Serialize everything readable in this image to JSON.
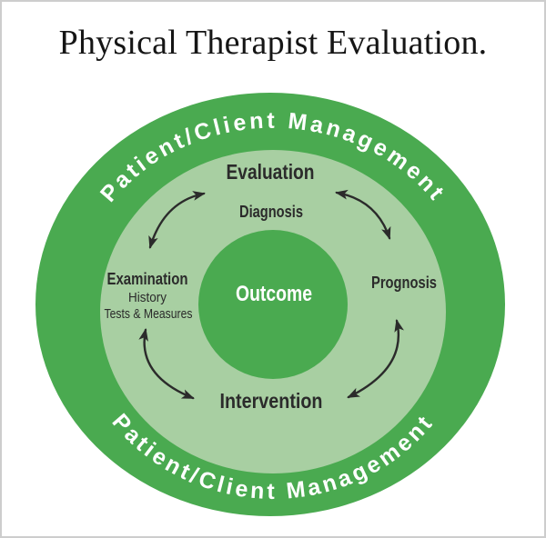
{
  "page": {
    "title": "Physical Therapist Evaluation."
  },
  "colors": {
    "ring_green": "#4aaa50",
    "inner_green": "#a8cfa2",
    "arrow_dark": "#2b2b2b"
  },
  "ring_label": {
    "top": "Patient/Client Management",
    "bottom": "Patient/Client Management"
  },
  "labels": {
    "evaluation": "Evaluation",
    "diagnosis": "Diagnosis",
    "examination": "Examination",
    "examination_sub1": "History",
    "examination_sub2": "Tests & Measures",
    "prognosis": "Prognosis",
    "outcome": "Outcome",
    "intervention": "Intervention"
  }
}
